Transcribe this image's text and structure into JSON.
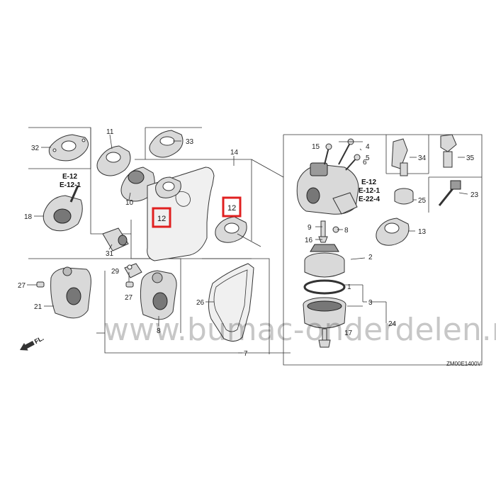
{
  "diagram": {
    "part_numbers": [
      "1",
      "2",
      "3",
      "4",
      "5",
      "6",
      "7",
      "8",
      "9",
      "10",
      "11",
      "12",
      "13",
      "14",
      "15",
      "16",
      "17",
      "18",
      "21",
      "23",
      "24",
      "25",
      "26",
      "27",
      "29",
      "31",
      "32",
      "33",
      "34",
      "35"
    ],
    "references": [
      "E-12",
      "E-12-1",
      "E-22-4"
    ],
    "highlighted": "12",
    "figure_code": "ZM00E1400V",
    "direction_label": "FL.",
    "watermark": "www.bumac-onderdelen.nl",
    "colors": {
      "highlight": "#e02020",
      "line": "#333333",
      "part_fill": "#d9d9d9",
      "part_dark": "#9a9a9a"
    }
  }
}
